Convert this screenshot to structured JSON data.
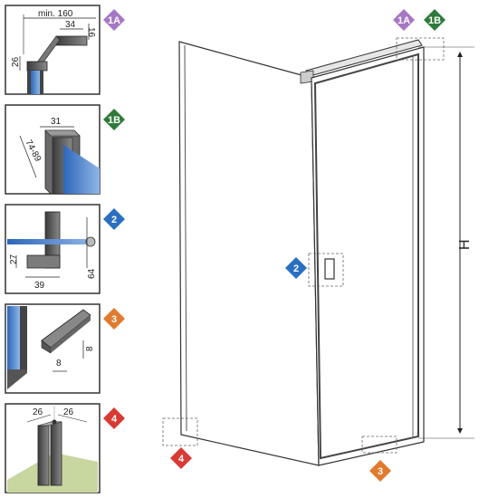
{
  "badges": {
    "b1A": "1A",
    "b1B": "1B",
    "b2": "2",
    "b3": "3",
    "b4": "4"
  },
  "colors": {
    "badge_1A": "#a677c4",
    "badge_1B": "#2f7a3a",
    "badge_2": "#2a6fc2",
    "badge_3": "#e07a2e",
    "badge_4": "#d83a34",
    "glass": "#3f7fd0",
    "frame": "#555555"
  },
  "detail_1A": {
    "width_label": "min. 160",
    "top_width": "34",
    "top_height": "16",
    "left_height": "26"
  },
  "detail_1B": {
    "width": "31",
    "range": "74-89"
  },
  "detail_2": {
    "height": "27",
    "width": "39",
    "total_height": "64"
  },
  "detail_3": {
    "width": "8",
    "height": "8"
  },
  "detail_4": {
    "left": "26",
    "right": "26"
  },
  "main": {
    "height_label": "H"
  }
}
